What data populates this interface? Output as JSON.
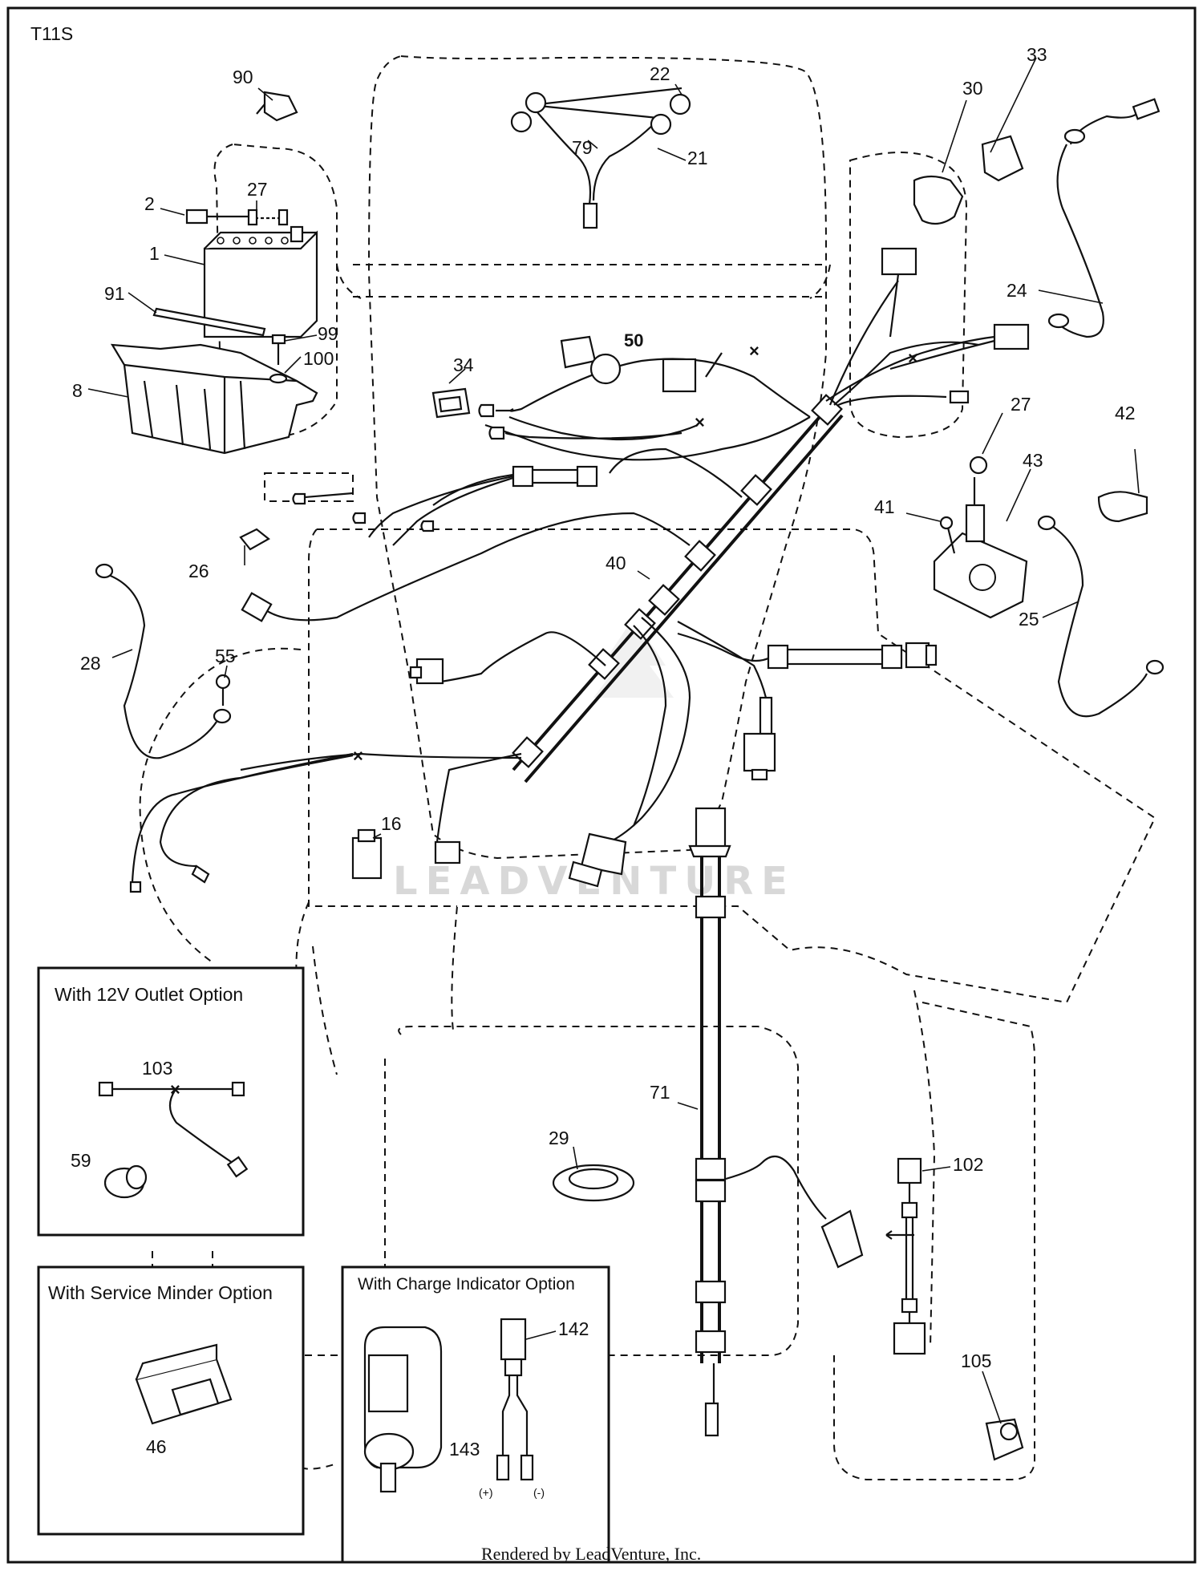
{
  "diagram_code": "T11S",
  "part_labels": {
    "p90": "90",
    "p22": "22",
    "p33": "33",
    "p30": "30",
    "p79": "79",
    "p21": "21",
    "p27a": "27",
    "p2": "2",
    "p1": "1",
    "p91": "91",
    "p99": "99",
    "p100": "100",
    "p8": "8",
    "p24": "24",
    "p50": "50",
    "p34": "34",
    "p27b": "27",
    "p42": "42",
    "p43": "43",
    "p41": "41",
    "p26": "26",
    "p40": "40",
    "p25": "25",
    "p28": "28",
    "p55": "55",
    "p16": "16",
    "p103": "103",
    "p59": "59",
    "p71": "71",
    "p29": "29",
    "p102": "102",
    "p105": "105",
    "p142": "142",
    "p143": "143",
    "p46": "46"
  },
  "option_boxes": {
    "outlet": "With 12V Outlet Option",
    "service_minder": "With Service Minder Option",
    "charge_indicator": "With Charge Indicator Option"
  },
  "polarity": {
    "plus": "(+)",
    "minus": "(-)"
  },
  "watermark": "LEADVENTURE",
  "footer": "Rendered by LeadVenture, Inc."
}
